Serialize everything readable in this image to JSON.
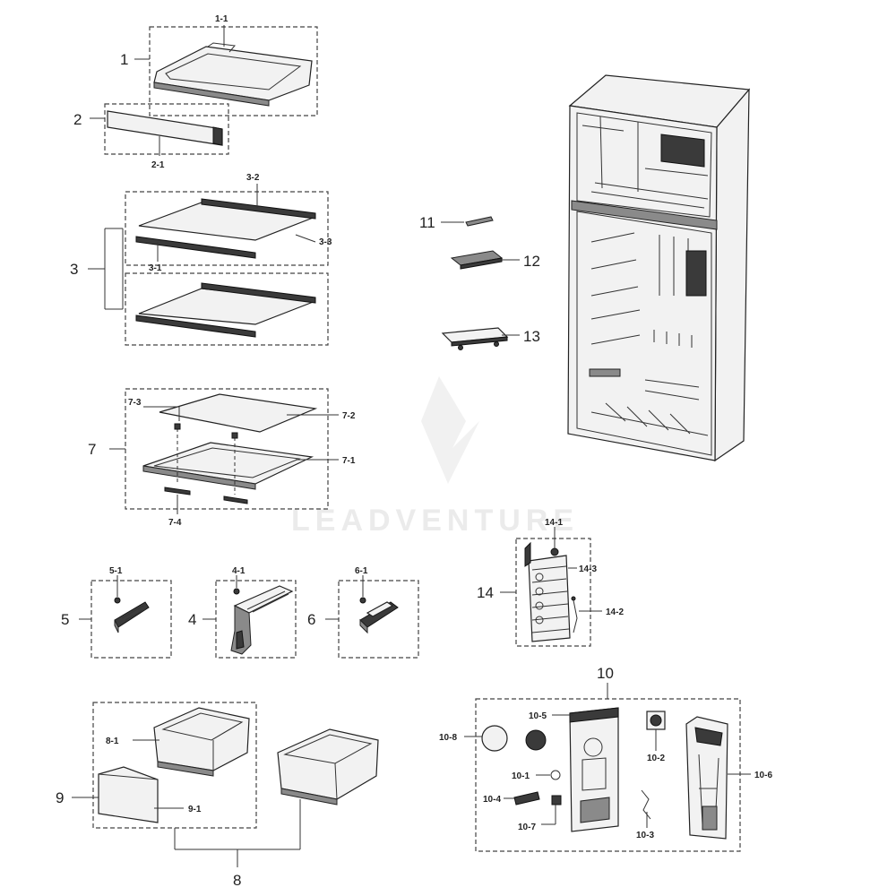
{
  "labels": {
    "l1": "1",
    "l1_1": "1-1",
    "l2": "2",
    "l2_1": "2-1",
    "l3": "3",
    "l3_1": "3-1",
    "l3_2": "3-2",
    "l3_3": "3-3",
    "l4": "4",
    "l4_1": "4-1",
    "l5": "5",
    "l5_1": "5-1",
    "l6": "6",
    "l6_1": "6-1",
    "l7": "7",
    "l7_1": "7-1",
    "l7_2": "7-2",
    "l7_3": "7-3",
    "l7_4": "7-4",
    "l8": "8",
    "l8_1": "8-1",
    "l9": "9",
    "l9_1": "9-1",
    "l10": "10",
    "l10_1": "10-1",
    "l10_2": "10-2",
    "l10_3": "10-3",
    "l10_4": "10-4",
    "l10_5": "10-5",
    "l10_6": "10-6",
    "l10_7": "10-7",
    "l10_8": "10-8",
    "l11": "11",
    "l12": "12",
    "l13": "13",
    "l14": "14",
    "l14_1": "14-1",
    "l14_2": "14-2",
    "l14_3": "14-3"
  },
  "watermark": "LEADVENTURE"
}
